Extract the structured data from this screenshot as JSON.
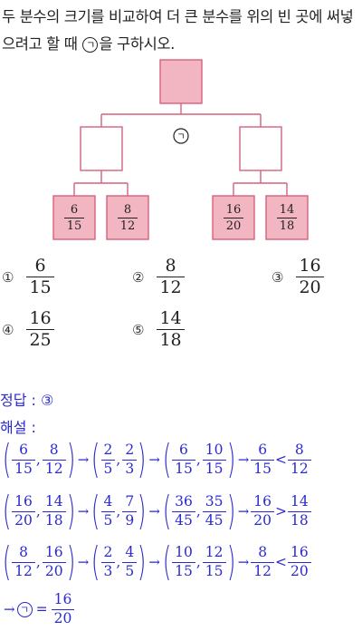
{
  "question": {
    "text_before": "두 분수의 크기를 비교하여 더 큰 분수를 위의 빈 곳에 써넣으려고 할 때 ",
    "symbol": "ㄱ",
    "text_after": "을 구하시오."
  },
  "tree": {
    "top_label": "ㄱ",
    "leaves": [
      {
        "n": "6",
        "d": "15"
      },
      {
        "n": "8",
        "d": "12"
      },
      {
        "n": "16",
        "d": "20"
      },
      {
        "n": "14",
        "d": "18"
      }
    ],
    "colors": {
      "stroke": "#d9607e",
      "fill": "#f2b5c2",
      "empty_fill": "#ffffff"
    }
  },
  "options": [
    {
      "num": "①",
      "n": "6",
      "d": "15"
    },
    {
      "num": "②",
      "n": "8",
      "d": "12"
    },
    {
      "num": "③",
      "n": "16",
      "d": "20"
    },
    {
      "num": "④",
      "n": "16",
      "d": "25"
    },
    {
      "num": "⑤",
      "n": "14",
      "d": "18"
    }
  ],
  "answer": {
    "label": "정답 :",
    "value": "③",
    "explain_label": "해설 :",
    "color": "#2a2ad0"
  },
  "steps": [
    {
      "groups": [
        [
          {
            "n": "6",
            "d": "15"
          },
          {
            "n": "8",
            "d": "12"
          }
        ],
        [
          {
            "n": "2",
            "d": "5"
          },
          {
            "n": "2",
            "d": "3"
          }
        ],
        [
          {
            "n": "6",
            "d": "15"
          },
          {
            "n": "10",
            "d": "15"
          }
        ]
      ],
      "left": {
        "n": "6",
        "d": "15"
      },
      "rel": "<",
      "right": {
        "n": "8",
        "d": "12"
      }
    },
    {
      "groups": [
        [
          {
            "n": "16",
            "d": "20"
          },
          {
            "n": "14",
            "d": "18"
          }
        ],
        [
          {
            "n": "4",
            "d": "5"
          },
          {
            "n": "7",
            "d": "9"
          }
        ],
        [
          {
            "n": "36",
            "d": "45"
          },
          {
            "n": "35",
            "d": "45"
          }
        ]
      ],
      "left": {
        "n": "16",
        "d": "20"
      },
      "rel": ">",
      "right": {
        "n": "14",
        "d": "18"
      }
    },
    {
      "groups": [
        [
          {
            "n": "8",
            "d": "12"
          },
          {
            "n": "16",
            "d": "20"
          }
        ],
        [
          {
            "n": "2",
            "d": "3"
          },
          {
            "n": "4",
            "d": "5"
          }
        ],
        [
          {
            "n": "10",
            "d": "15"
          },
          {
            "n": "12",
            "d": "15"
          }
        ]
      ],
      "left": {
        "n": "8",
        "d": "12"
      },
      "rel": "<",
      "right": {
        "n": "16",
        "d": "20"
      }
    }
  ],
  "final": {
    "arrow": "→",
    "symbol": "ㄱ",
    "eq": "=",
    "n": "16",
    "d": "20"
  }
}
